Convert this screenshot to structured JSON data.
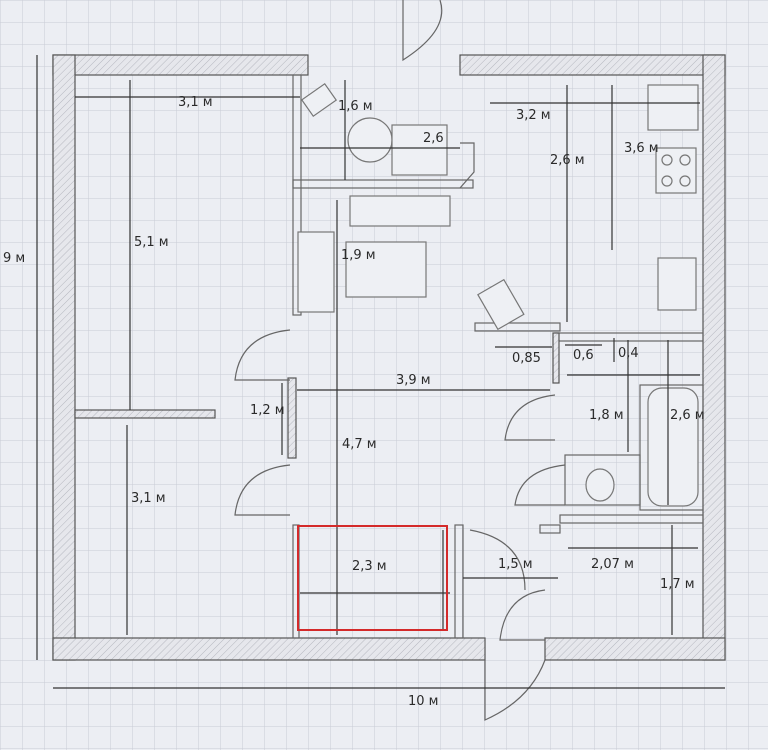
{
  "plan": {
    "highlight_color": "#d42a2a",
    "labels": {
      "total_height": "9 м",
      "total_width": "10 м",
      "room1_width": "3,1 м",
      "room1_length": "5,1 м",
      "room2_length": "3,1 м",
      "balcony_length": "1,6 м",
      "balcony_width": "2,6",
      "kitchen_width": "3,2 м",
      "kitchen_depth": "2,6 м",
      "kitchen_length": "3,6 м",
      "living_width": "1,9 м",
      "door_0_85": "0,85",
      "door_0_6": "0,6",
      "door_0_4": "0,4",
      "hall_width": "3,9 м",
      "corridor_width": "1,2 м",
      "living_length": "4,7 м",
      "bath_width": "1,8 м",
      "bath_length": "2,6 м",
      "highlight_width": "2,3 м",
      "entry_width": "1,5 м",
      "storage_width": "2,07 м",
      "storage_length": "1,7 м"
    }
  }
}
